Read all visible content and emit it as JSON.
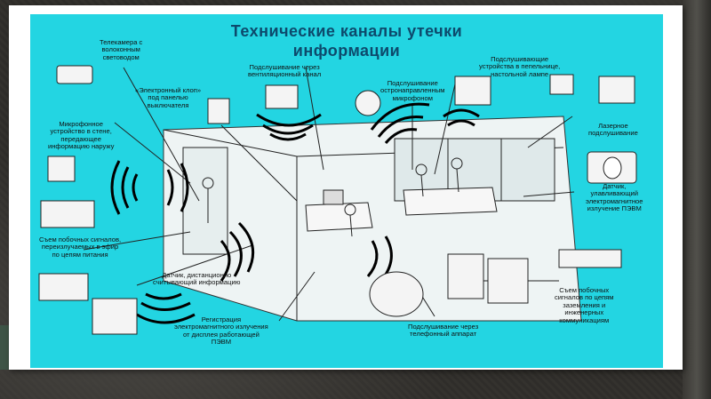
{
  "slide": {
    "title_line1": "Технические каналы утечки",
    "title_line2": "информации",
    "labels": {
      "telecamera": "Телекамера с\nволоконным\nсветоводом",
      "electronic_bug": "«Электронный клоп»\nпод панелью\nвыключателя",
      "ventilation": "Подслушивание через\nвентиляционный канал",
      "directional_mic": "Подслушивание\nостронаправленным\nмикрофоном",
      "ashtray_lamp": "Подслушивающие\nустройства в пепельнице,\nнастольной лампе",
      "wall_mic": "Микрофонное\nустройство в стене,\nпередающее\nинформацию наружу",
      "laser": "Лазерное\nподслушивание",
      "em_sensor": "Датчик,\nулавливающий\nэлектромагнитное\nизлучение ПЭВМ",
      "power_lines": "Съем побочных сигналов,\nпереизлучаемых в эфир\nпо цепям питания",
      "remote_sensor": "Датчик, дистанционно\nсчитывающий информацию",
      "display_em": "Регистрация\nэлектромагнитного излучения\nот дисплея работающей\nПЭВМ",
      "phone": "Подслушивание через\nтелефонный аппарат",
      "grounding": "Съем побочных\nсигналов по цепям\nзаземления и\nинженерных\nкоммуникациям"
    }
  }
}
